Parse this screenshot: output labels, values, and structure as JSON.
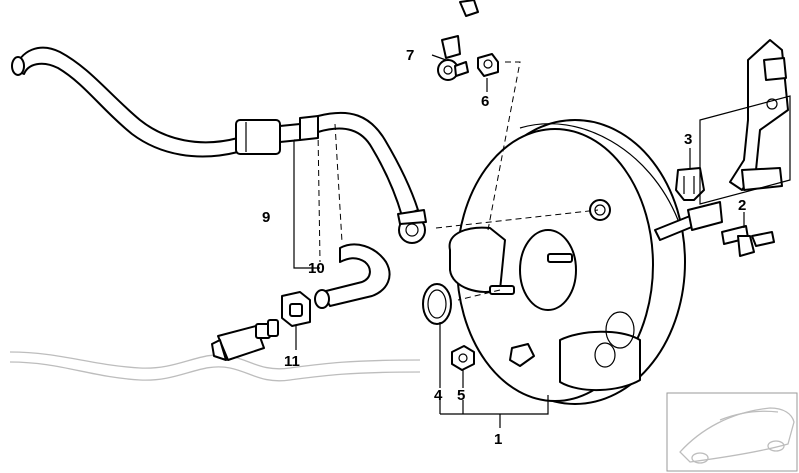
{
  "callouts": {
    "c1": "1",
    "c2": "2",
    "c3": "3",
    "c4": "4",
    "c5": "5",
    "c6": "6",
    "c7": "7",
    "c9": "9",
    "c10": "10",
    "c11": "11"
  },
  "colors": {
    "line": "#000000",
    "fill": "#ffffff",
    "ghost": "#bdbdbd"
  }
}
